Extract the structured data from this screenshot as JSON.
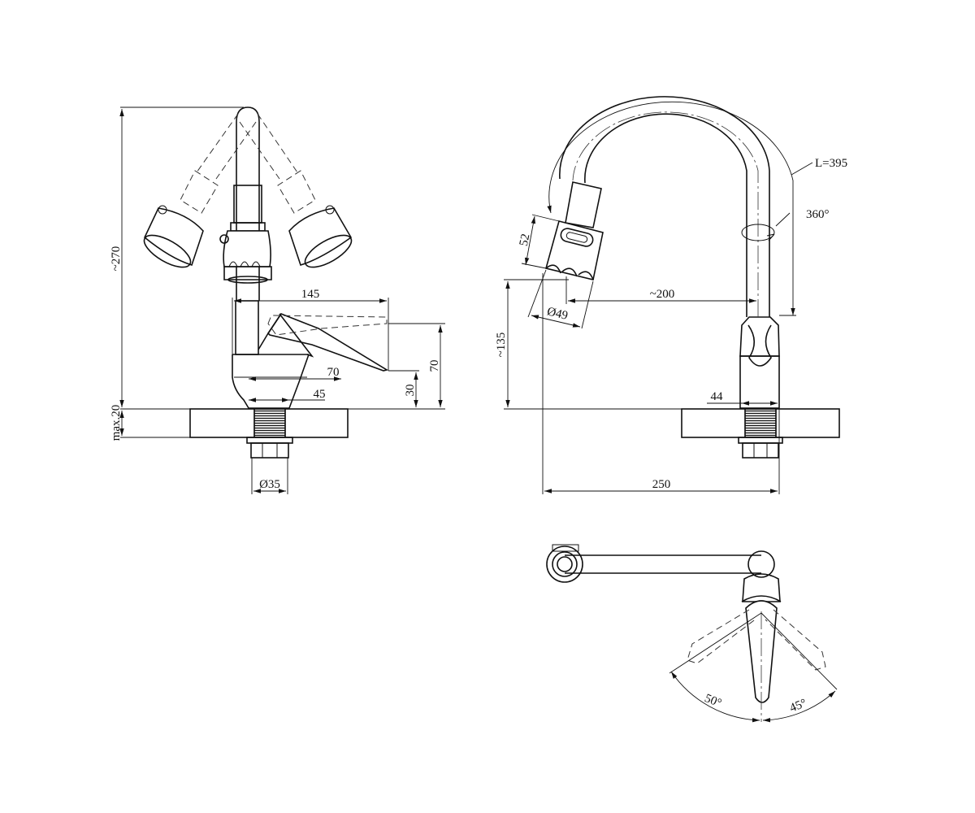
{
  "views": {
    "front": {
      "dimensions": {
        "total_height": "~270",
        "max_deck": "max.20",
        "handle_reach": "145",
        "handle_offset": "70",
        "base_width": "45",
        "handle_height": "70",
        "lever_clearance": "30",
        "thread_diameter": "Ø35"
      }
    },
    "side": {
      "dimensions": {
        "spout_length": "L=395",
        "rotation": "360°",
        "aerator_height": "52",
        "aerator_diameter": "Ø49",
        "spout_height": "~135",
        "reach": "~200",
        "body_width": "44",
        "overall_reach": "250"
      }
    },
    "top": {
      "dimensions": {
        "left_angle": "50°",
        "right_angle": "45°"
      }
    }
  },
  "colors": {
    "line": "#111111",
    "background": "#ffffff"
  }
}
